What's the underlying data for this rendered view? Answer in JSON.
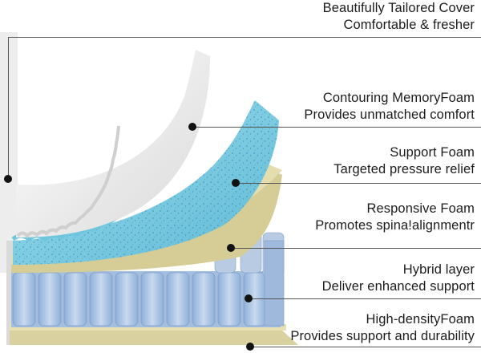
{
  "layers": [
    {
      "id": "cover",
      "title": "Beautifully Tailored Cover",
      "subtitle": "Comfortable & fresher"
    },
    {
      "id": "memory",
      "title": "Contouring MemoryFoam",
      "subtitle": "Provides unmatched comfort"
    },
    {
      "id": "support",
      "title": "Support Foam",
      "subtitle": "Targeted pressure relief"
    },
    {
      "id": "responsive",
      "title": "Responsive Foam",
      "subtitle": "Promotes spina!alignmentr"
    },
    {
      "id": "hybrid",
      "title": "Hybrid layer",
      "subtitle": "Deliver enhanced support"
    },
    {
      "id": "highdensity",
      "title": "High-densityFoam",
      "subtitle": "Provides support and durability"
    }
  ],
  "colors": {
    "cover": "#f2f2f2",
    "memory": "#7fd0e4",
    "support": "#dcd7a6",
    "coils": "#a9c3e2",
    "base": "#d9d2a0",
    "leader": "#555555",
    "dot": "#111111"
  }
}
